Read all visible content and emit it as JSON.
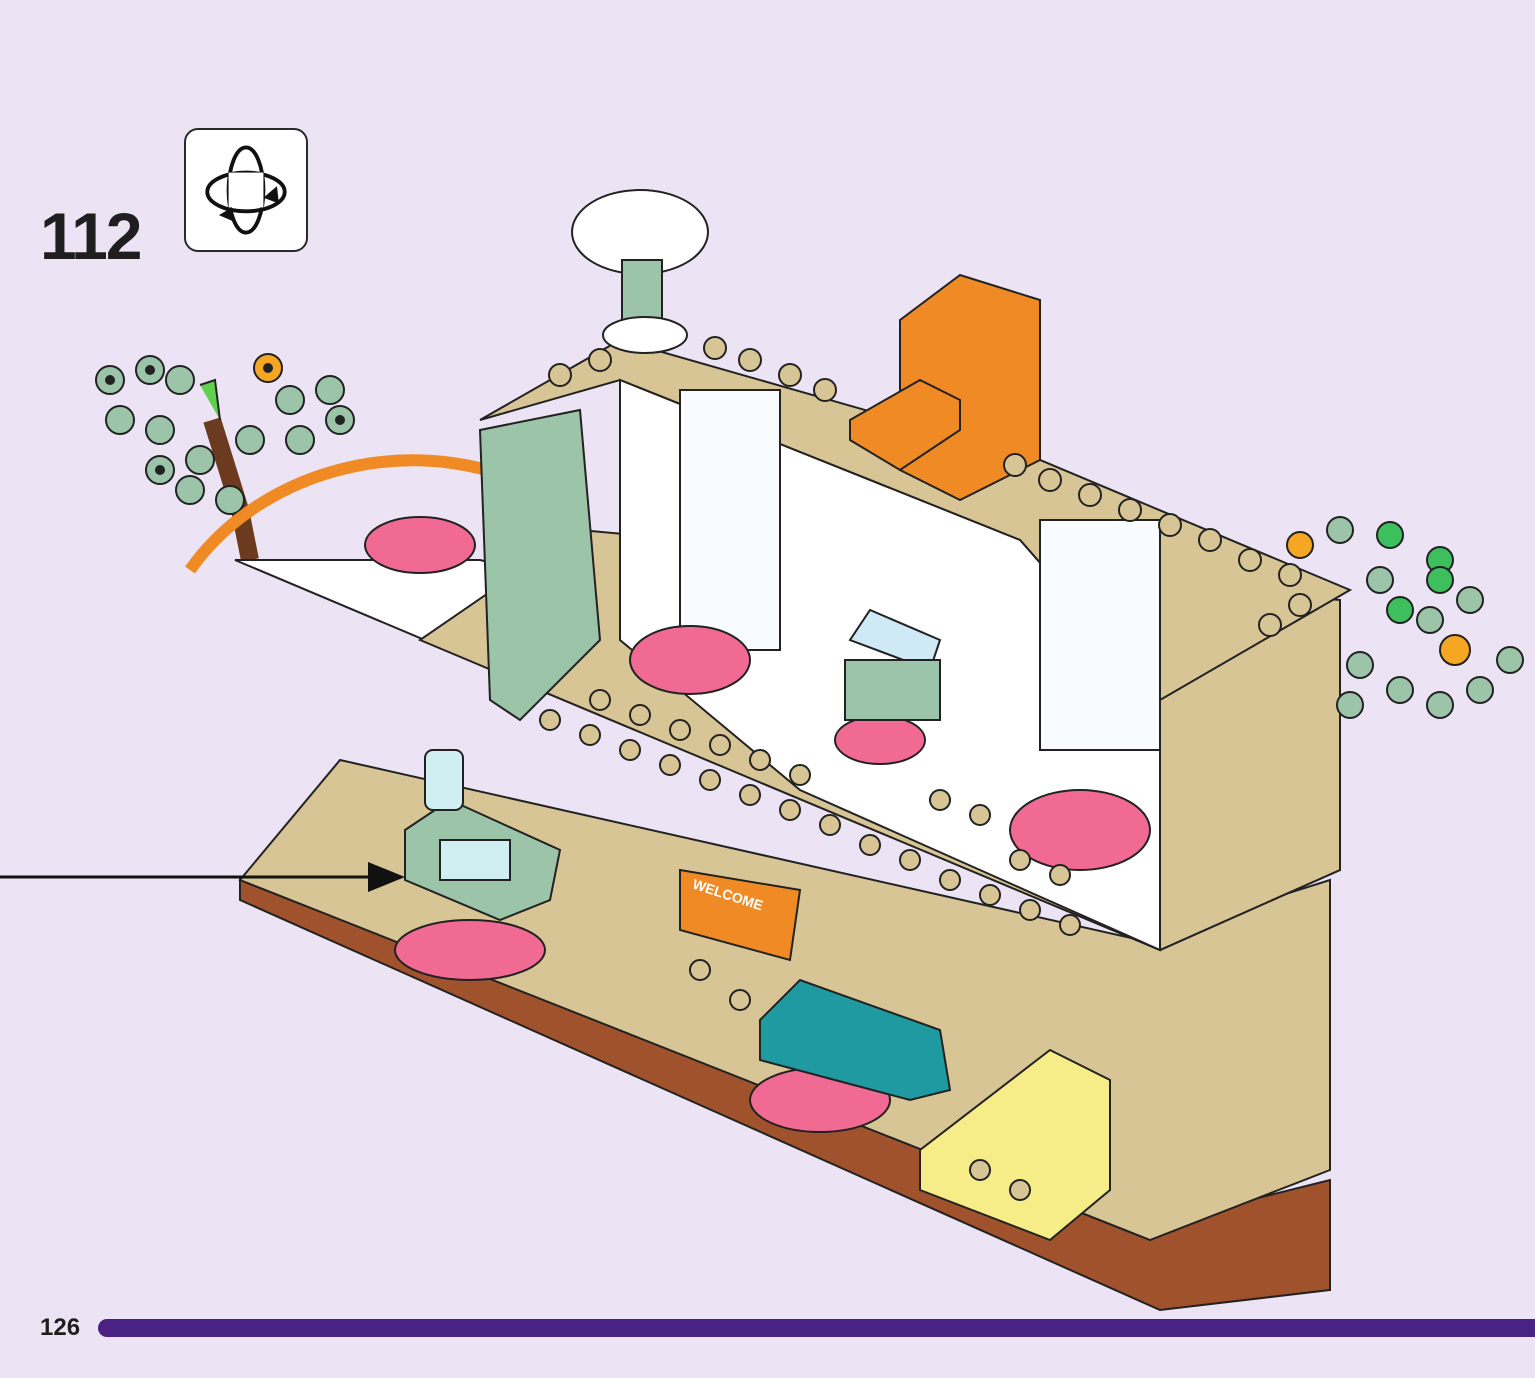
{
  "step": {
    "number": "112"
  },
  "rotate_icon": {
    "name": "rotate-model-icon"
  },
  "welcome_mat": {
    "text": "WELCOME"
  },
  "footer": {
    "page_number": "126",
    "bar_color": "#4a2283"
  },
  "colors": {
    "background": "#ece4f4",
    "tan": "#d8c595",
    "white": "#ffffff",
    "sand_green": "#9bc4a8",
    "pink": "#f06a93",
    "orange": "#f08a24",
    "teal": "#1e9aa0",
    "yellow": "#f6ec88",
    "brown": "#a0522d"
  }
}
